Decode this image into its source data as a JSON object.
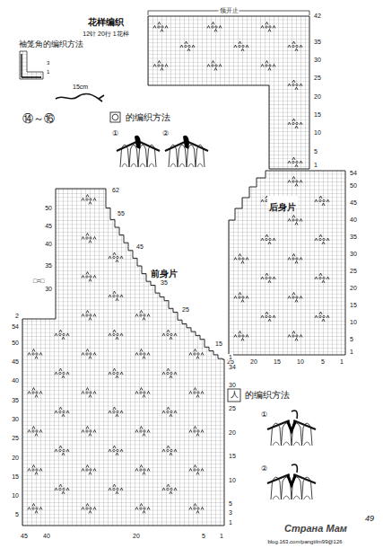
{
  "diagram": {
    "title": "花样编织",
    "nodes": [
      {
        "text": [
          "后身片"
        ]
      },
      {
        "text": [
          "前身片"
        ]
      }
    ],
    "labels": [
      "12针 20行 1花样",
      "袖笼角的编织方法",
      "3",
      "1",
      "15cm",
      "⑭～⑯",
      "的编织方法",
      "①",
      "②",
      "领开止",
      "42",
      "35",
      "30",
      "25",
      "20",
      "15",
      "10",
      "5",
      "1",
      "54",
      "50",
      "45",
      "40",
      "35",
      "30",
      "25",
      "20",
      "15",
      "10",
      "5",
      "1",
      "25",
      "20",
      "15",
      "10",
      "5",
      "1",
      "人",
      "的编织方法",
      "①",
      "②",
      "□=□",
      "62",
      "55",
      "45",
      "35",
      "25",
      "15",
      "50",
      "45",
      "40",
      "35",
      "30",
      "2",
      "54",
      "50",
      "45",
      "40",
      "35",
      "30",
      "25",
      "20",
      "15",
      "10",
      "5",
      "1",
      "34",
      "30",
      "25",
      "20",
      "15",
      "10",
      "5",
      "3",
      "1",
      "45",
      "40",
      "20",
      "5",
      "1",
      "49",
      "Страна Мам",
      "blog.163.com/pangtilm99@126"
    ]
  }
}
